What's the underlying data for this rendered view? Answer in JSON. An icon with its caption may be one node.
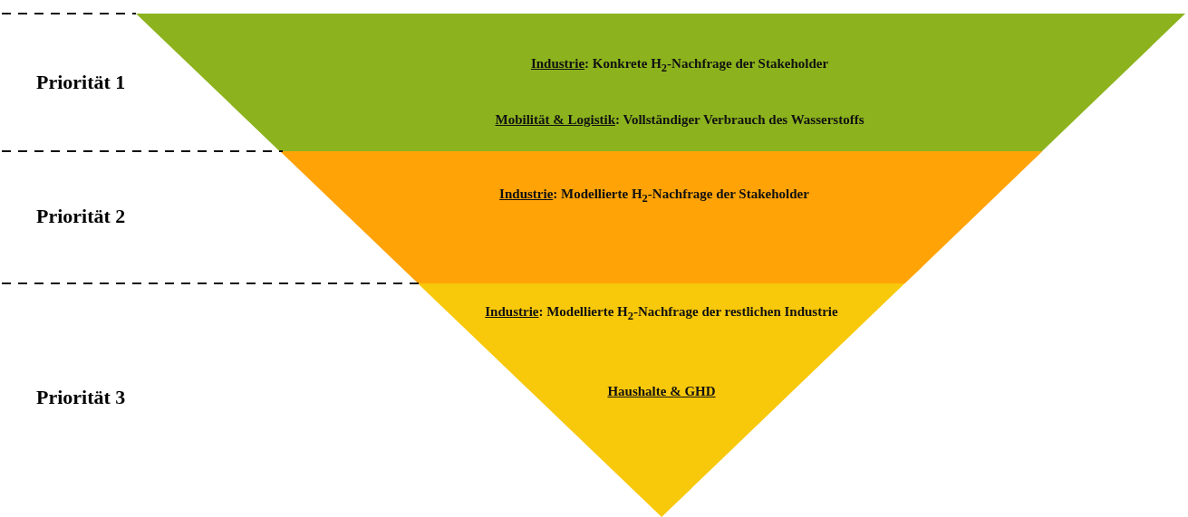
{
  "diagram": {
    "nodes": [
      {
        "text": [
          "Industrie: Konkrete H$_{2}$-Nachfrage der Stakeholder",
          "Mobilität & Logistik: Vollständiger Verbrauch des Wasserstoffs"
        ]
      },
      {
        "text": [
          "Industrie: Modellierte H$_{2}$-Nachfrage der Stakeholder"
        ]
      },
      {
        "text": [
          "Industrie: Modellierte H$_{2}$-Nachfrage der restlichen Industrie",
          "Haushalte & GHD"
        ]
      }
    ],
    "edges": [],
    "labels": [
      "Priorität 1",
      "Priorität 2",
      "Priorität 3"
    ]
  }
}
